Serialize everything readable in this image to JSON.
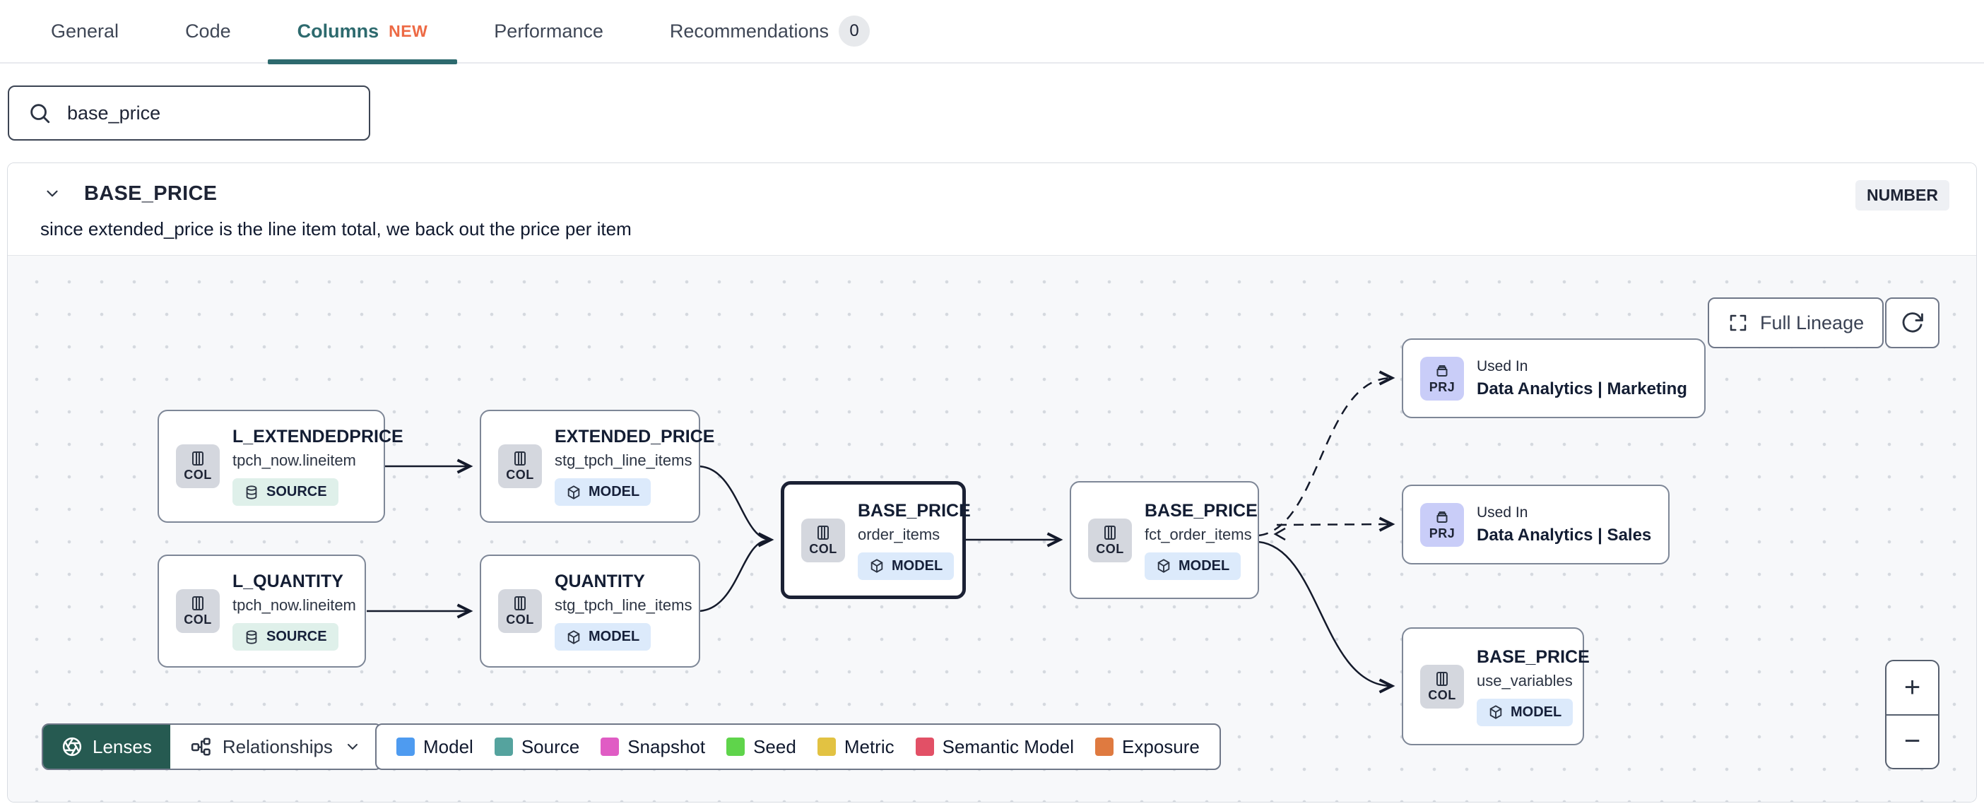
{
  "tabs": {
    "items": [
      {
        "label": "General"
      },
      {
        "label": "Code"
      },
      {
        "label": "Columns",
        "badge": "NEW"
      },
      {
        "label": "Performance"
      },
      {
        "label": "Recommendations",
        "count": "0"
      }
    ]
  },
  "search": {
    "value": "base_price"
  },
  "column_panel": {
    "name": "BASE_PRICE",
    "type": "NUMBER",
    "description": "since extended_price is the line item total, we back out the price per item"
  },
  "lineage": {
    "full_lineage_button": "Full Lineage",
    "lenses_button": "Lenses",
    "relationships_button": "Relationships",
    "zoom_in": "+",
    "zoom_out": "−",
    "nodes": [
      {
        "chip": "COL",
        "title": "L_EXTENDEDPRICE",
        "subtitle": "tpch_now.lineitem",
        "badge": "SOURCE"
      },
      {
        "chip": "COL",
        "title": "EXTENDED_PRICE",
        "subtitle": "stg_tpch_line_items",
        "badge": "MODEL"
      },
      {
        "chip": "COL",
        "title": "L_QUANTITY",
        "subtitle": "tpch_now.lineitem",
        "badge": "SOURCE"
      },
      {
        "chip": "COL",
        "title": "QUANTITY",
        "subtitle": "stg_tpch_line_items",
        "badge": "MODEL"
      },
      {
        "chip": "COL",
        "title": "BASE_PRICE",
        "subtitle": "order_items",
        "badge": "MODEL"
      },
      {
        "chip": "COL",
        "title": "BASE_PRICE",
        "subtitle": "fct_order_items",
        "badge": "MODEL"
      },
      {
        "chip": "PRJ",
        "title": "Used In",
        "subtitle": "Data Analytics | Marketing"
      },
      {
        "chip": "PRJ",
        "title": "Used In",
        "subtitle": "Data Analytics | Sales"
      },
      {
        "chip": "COL",
        "title": "BASE_PRICE",
        "subtitle": "use_variables",
        "badge": "MODEL"
      }
    ],
    "legend": [
      {
        "label": "Model",
        "color": "#4e9bf0"
      },
      {
        "label": "Source",
        "color": "#55a39e"
      },
      {
        "label": "Snapshot",
        "color": "#e05cc4"
      },
      {
        "label": "Seed",
        "color": "#5fd44b"
      },
      {
        "label": "Metric",
        "color": "#e2c242"
      },
      {
        "label": "Semantic Model",
        "color": "#e25066"
      },
      {
        "label": "Exposure",
        "color": "#df7a40"
      }
    ],
    "icons": {
      "search": "magnifier",
      "collapse": "chevron-down",
      "column_chip": "table-columns",
      "project_chip": "archive-box",
      "model_badge": "cube",
      "source_badge": "database",
      "full_lineage": "expand-corners",
      "refresh": "rotate-cw",
      "lenses": "aperture",
      "relationships": "org-chart"
    },
    "colors": {
      "active_tab": "#2d6a6e",
      "new_badge": "#ed6a45",
      "selected_node_border": "#1b2134",
      "model_badge_bg": "#dceafb",
      "source_badge_bg": "#dff0ea",
      "project_chip_bg": "#c9cdf8",
      "lenses_bg": "#265a51"
    }
  }
}
